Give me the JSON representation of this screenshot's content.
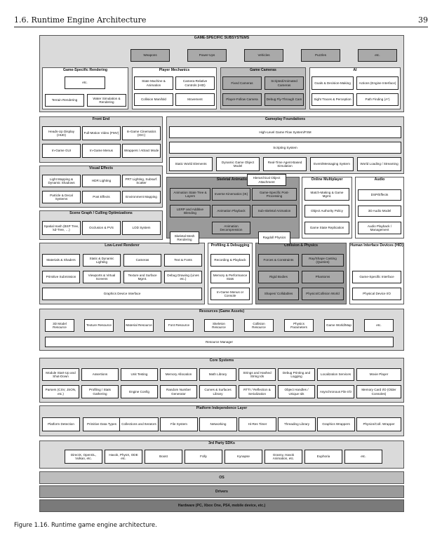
{
  "header": {
    "chapter": "1.6. Runtime Engine Architecture",
    "page": "39"
  },
  "caption": "Figure 1.16. Runtime game engine architecture.",
  "sections": {
    "game_specific": {
      "title": "GAME-SPECIFIC SUBSYSTEMS",
      "items": [
        "Weapons",
        "Power-Ups",
        "Vehicles",
        "Puzzles",
        "etc."
      ]
    },
    "gs_rendering": {
      "title": "Game-Specific Rendering",
      "items": [
        "etc.",
        "Terrain Rendering",
        "Water Simulation & Rendering"
      ]
    },
    "player_mech": {
      "title": "Player Mechanics",
      "items": [
        "State Machine & Animation",
        "Camera-Relative Controls (HID)",
        "Collision Manifold",
        "Movement"
      ]
    },
    "game_cameras": {
      "title": "Game Cameras",
      "items": [
        "Fixed Cameras",
        "Scripted/Animated Cameras",
        "Player-Follow Camera",
        "Debug Fly-Through Cam"
      ]
    },
    "ai": {
      "title": "AI",
      "items": [
        "Goals & Decision-Making",
        "Actions (Engine Interface)",
        "Sight Traces & Perception",
        "Path Finding (A*)"
      ]
    },
    "front_end": {
      "title": "Front End",
      "items": [
        "Heads-Up Display (HUD)",
        "Full-Motion Video (FMV)",
        "In-Game Cinematics (IGC)",
        "In-Game GUI",
        "In-Game Menus",
        "Wrappers / Attract Mode"
      ]
    },
    "gameplay": {
      "title": "Gameplay Foundations",
      "items": [
        "High-Level Game Flow System/FSM",
        "Scripting System",
        "Static World Elements",
        "Dynamic Game Object Model",
        "Real-Time Agent-Based Simulation",
        "Event/Messaging System",
        "World Loading / Streaming"
      ]
    },
    "visual_effects": {
      "title": "Visual Effects",
      "items": [
        "Light Mapping & Dynamic Shadows",
        "HDR Lighting",
        "PRT Lighting, Subsurf. Scatter",
        "Particle & Decal Systems",
        "Post Effects",
        "Environment Mapping"
      ]
    },
    "skeletal": {
      "title": "Skeletal Animation",
      "items": [
        "Animation State Tree & Layers",
        "Inverse Kinematics (IK)",
        "Game-Specific Post-Processing",
        "LERP and Additive Blending",
        "Animation Playback",
        "Sub-skeletal Animation",
        "Animation Decompression"
      ]
    },
    "hier_attach": "Hierarchical Object Attachment",
    "online": {
      "title": "Online Multiplayer",
      "items": [
        "Match-Making & Game Mgmt.",
        "Object Authority Policy",
        "Game State Replication"
      ]
    },
    "audio": {
      "title": "Audio",
      "items": [
        "DSP/Effects",
        "3D Audio Model",
        "Audio Playback / Management"
      ]
    },
    "scene_graph": {
      "title": "Scene Graph / Culling Optimizations",
      "items": [
        "Spatial Hash (BSP Tree, kd-Tree, …)",
        "Occlusion & PVS",
        "LOD System"
      ]
    },
    "skel_mesh": "Skeletal Mesh Rendering",
    "ragdoll": "Ragdoll Physics",
    "low_level": {
      "title": "Low-Level Renderer",
      "items": [
        "Materials & Shaders",
        "Static & Dynamic Lighting",
        "Cameras",
        "Text & Fonts",
        "Primitive Submission",
        "Viewports & Virtual Screens",
        "Texture and Surface Mgmt.",
        "Debug Drawing (Lines etc.)",
        "Graphics Device Interface"
      ]
    },
    "profiling": {
      "title": "Profiling & Debugging",
      "items": [
        "Recording & Playback",
        "Memory & Performance Stats",
        "In-Game Menus or Console"
      ]
    },
    "collision": {
      "title": "Collision & Physics",
      "items": [
        "Forces & Constraints",
        "Ray/Shape Casting (Queries)",
        "Rigid Bodies",
        "Phantoms",
        "Shapes/ Collidables",
        "Physics/Collision World"
      ]
    },
    "hid": {
      "title": "Human Interface Devices (HID)",
      "items": [
        "Game-Specific Interface",
        "Physical Device I/O"
      ]
    },
    "resources": {
      "title": "Resources (Game Assets)",
      "items": [
        "3D Model Resource",
        "Texture Resource",
        "Material Resource",
        "Font Resource",
        "Skeleton Resource",
        "Collision Resource",
        "Physics Parameters",
        "Game World/Map",
        "etc."
      ],
      "manager": "Resource Manager"
    },
    "core": {
      "title": "Core Systems",
      "row1": [
        "Module Start-Up and Shut-Down",
        "Assertions",
        "Unit Testing",
        "Memory Allocation",
        "Math Library",
        "Strings and Hashed String Ids",
        "Debug Printing and Logging",
        "Localization Services",
        "Movie Player"
      ],
      "row2": [
        "Parsers (CSV, JSON, etc.)",
        "Profiling / Stats Gathering",
        "Engine Config",
        "Random Number Generator",
        "Curves & Surfaces Library",
        "RTTI / Reflection & Serialization",
        "Object Handles / Unique Ids",
        "Asynchronous File I/O",
        "Memory Card I/O (Older Consoles)"
      ]
    },
    "platform": {
      "title": "Platform Independence Layer",
      "items": [
        "Platform Detection",
        "Primitive Data Types",
        "Collections and Iterators",
        "File System",
        "Networking",
        "Hi-Res Timer",
        "Threading Library",
        "Graphics Wrappers",
        "Physics/Coll. Wrapper"
      ]
    },
    "third_party": {
      "title": "3rd Party SDKs",
      "items": [
        "DirectX, OpenGL, Vulkan, etc.",
        "Havok, PhysX, ODE etc.",
        "Boost",
        "Folly",
        "Kynapse",
        "Granny, Havok Animation, etc.",
        "Euphoria",
        "etc."
      ]
    },
    "os": "OS",
    "drivers": "Drivers",
    "hardware": "Hardware (PC, Xbox One, PS4, mobile device, etc.)"
  }
}
